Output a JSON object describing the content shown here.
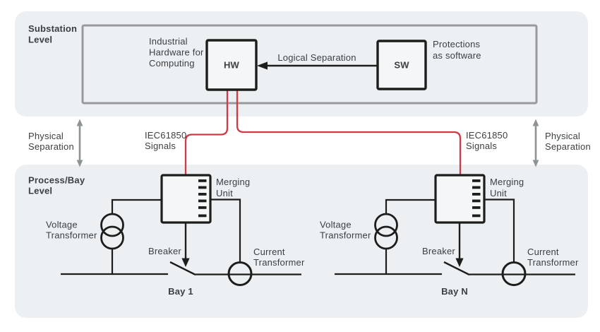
{
  "colors": {
    "section_bg": "#edf0f2",
    "box_fill": "#f4f6f7",
    "outline_black": "#1d1d1b",
    "outline_gray": "#97999c",
    "signal_red": "#cf3a43",
    "text": "#3b3f42"
  },
  "substation": {
    "label": [
      "Substation",
      "Level"
    ],
    "hw_box": "HW",
    "sw_box": "SW",
    "hw_caption": [
      "Industrial",
      "Hardware for",
      "Computing"
    ],
    "sw_caption": [
      "Protections",
      "as software"
    ],
    "logical_separation": "Logical Separation"
  },
  "separation": {
    "physical_left": [
      "Physical",
      "Separation"
    ],
    "physical_right": [
      "Physical",
      "Separation"
    ],
    "signals_left": [
      "IEC61850",
      "Signals"
    ],
    "signals_right": [
      "IEC61850",
      "Signals"
    ]
  },
  "process": {
    "label": [
      "Process/Bay",
      "Level"
    ],
    "bays": [
      {
        "name": "Bay 1",
        "merging_unit": [
          "Merging",
          "Unit"
        ],
        "voltage_transformer": [
          "Voltage",
          "Transformer"
        ],
        "current_transformer": [
          "Current",
          "Transformer"
        ],
        "breaker": "Breaker"
      },
      {
        "name": "Bay N",
        "merging_unit": [
          "Merging",
          "Unit"
        ],
        "voltage_transformer": [
          "Voltage",
          "Transformer"
        ],
        "current_transformer": [
          "Current",
          "Transformer"
        ],
        "breaker": "Breaker"
      }
    ]
  }
}
